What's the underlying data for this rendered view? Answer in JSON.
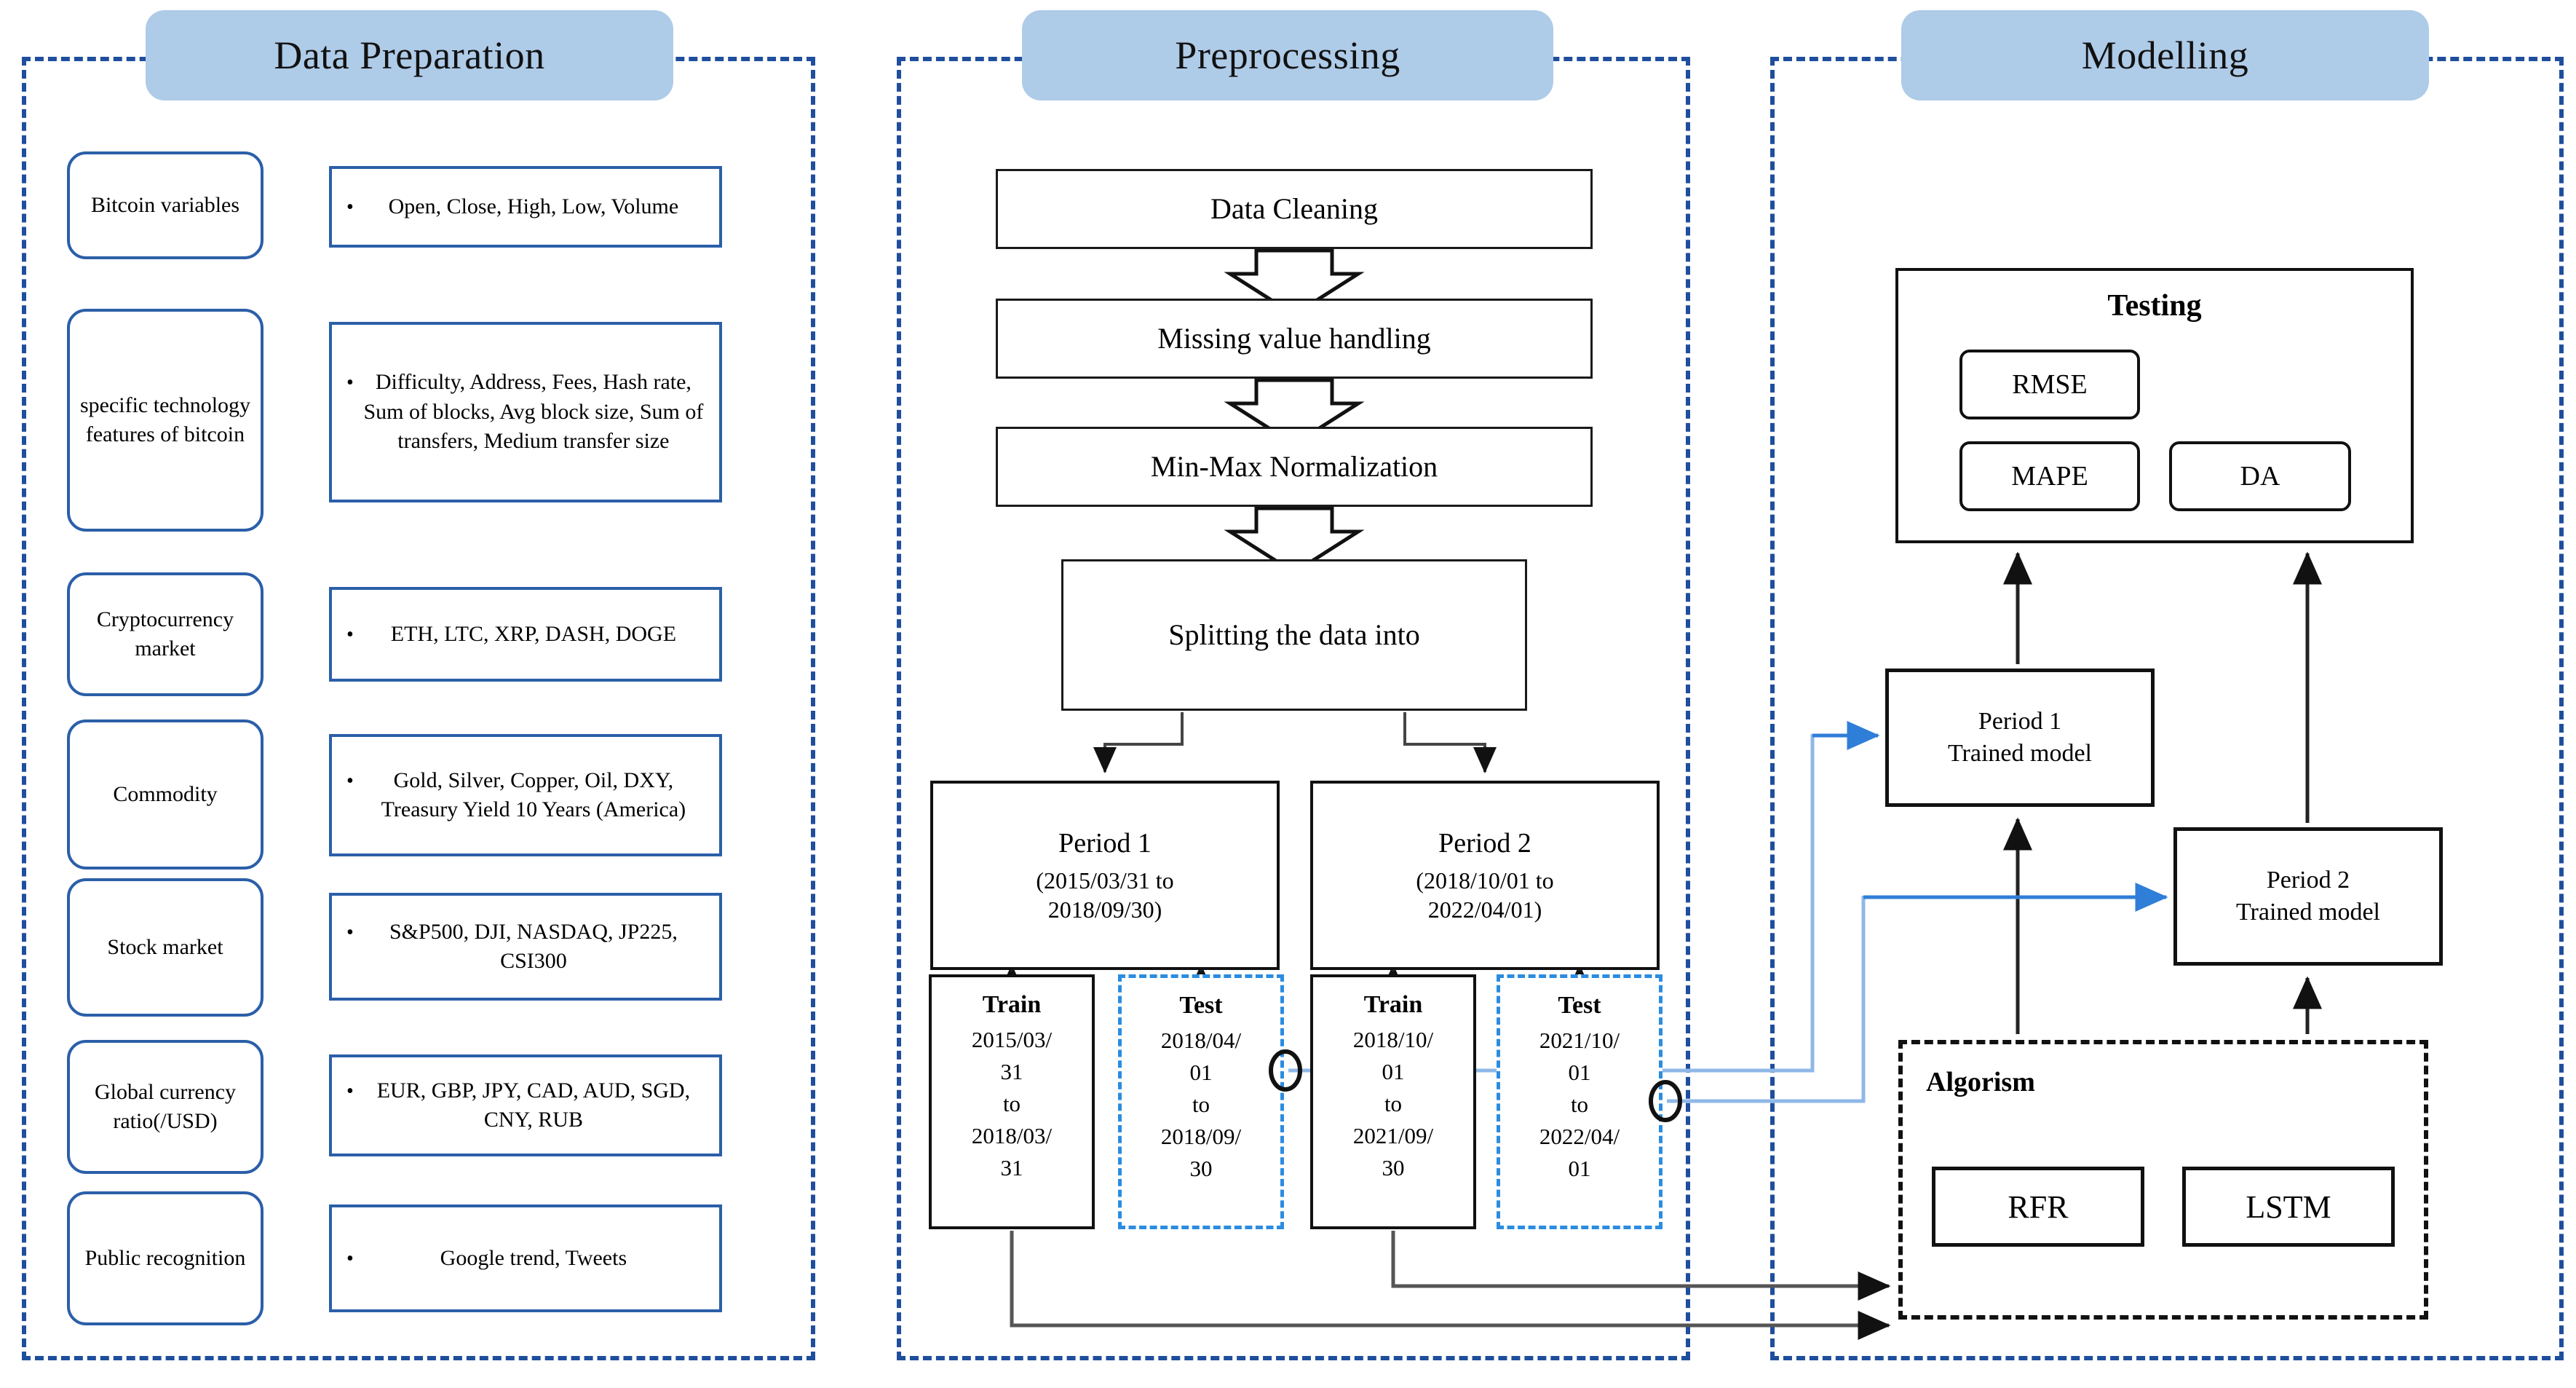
{
  "panels": [
    {
      "key": "data_preparation",
      "title": "Data Preparation"
    },
    {
      "key": "preprocessing",
      "title": "Preprocessing"
    },
    {
      "key": "modelling",
      "title": "Modelling"
    }
  ],
  "data_preparation": {
    "title": "Data Preparation",
    "rows": [
      {
        "category": "Bitcoin variables",
        "bullet": "•",
        "detail": "Open, Close, High, Low, Volume"
      },
      {
        "category": "specific technology features of bitcoin",
        "bullet": "•",
        "detail": "Difficulty, Address, Fees, Hash rate, Sum of blocks, Avg block size, Sum of transfers, Medium transfer size"
      },
      {
        "category": "Cryptocurrency market",
        "bullet": "•",
        "detail": "ETH, LTC, XRP, DASH, DOGE"
      },
      {
        "category": "Commodity",
        "bullet": "•",
        "detail": "Gold, Silver, Copper, Oil, DXY, Treasury Yield 10 Years (America)"
      },
      {
        "category": "Stock market",
        "bullet": "•",
        "detail": "S&P500, DJI, NASDAQ, JP225, CSI300"
      },
      {
        "category": "Global currency ratio(/USD)",
        "bullet": "•",
        "detail": "EUR, GBP, JPY, CAD, AUD, SGD, CNY, RUB"
      },
      {
        "category": "Public recognition",
        "bullet": "•",
        "detail": "Google trend, Tweets"
      }
    ]
  },
  "preprocessing": {
    "title": "Preprocessing",
    "steps": [
      {
        "label": "Data Cleaning"
      },
      {
        "label": "Missing value handling"
      },
      {
        "label": "Min-Max Normalization"
      },
      {
        "label": "Splitting the data into"
      }
    ],
    "periods": [
      {
        "name": "Period 1",
        "range_line1": "(2015/03/31 to",
        "range_line2": "2018/09/30)"
      },
      {
        "name": "Period 2",
        "range_line1": "(2018/10/01 to",
        "range_line2": "2022/04/01)"
      }
    ],
    "splits": [
      {
        "head": "Train",
        "l1": "2015/03/",
        "l2": "31",
        "l3": "to",
        "l4": "2018/03/",
        "l5": "31",
        "kind": "train"
      },
      {
        "head": "Test",
        "l1": "2018/04/",
        "l2": "01",
        "l3": "to",
        "l4": "2018/09/",
        "l5": "30",
        "kind": "test"
      },
      {
        "head": "Train",
        "l1": "2018/10/",
        "l2": "01",
        "l3": "to",
        "l4": "2021/09/",
        "l5": "30",
        "kind": "train"
      },
      {
        "head": "Test",
        "l1": "2021/10/",
        "l2": "01",
        "l3": "to",
        "l4": "2022/04/",
        "l5": "01",
        "kind": "test"
      }
    ]
  },
  "modelling": {
    "title": "Modelling",
    "testing": {
      "title": "Testing",
      "metrics": [
        "RMSE",
        "MAPE",
        "DA"
      ]
    },
    "trained_models": [
      {
        "line1": "Period 1",
        "line2": "Trained model"
      },
      {
        "line1": "Period 2",
        "line2": "Trained model"
      }
    ],
    "algorithm": {
      "title": "Algorism",
      "items": [
        "RFR",
        "LSTM"
      ]
    }
  },
  "colors": {
    "header_fill": "#aecbe8",
    "panel_border": "#1f4e9c",
    "category_border": "#2b5fa8",
    "test_border": "#2b8ce0",
    "blue_arrow": "#2f7ed8",
    "light_blue_line": "#8fb8e8",
    "black": "#111111"
  }
}
